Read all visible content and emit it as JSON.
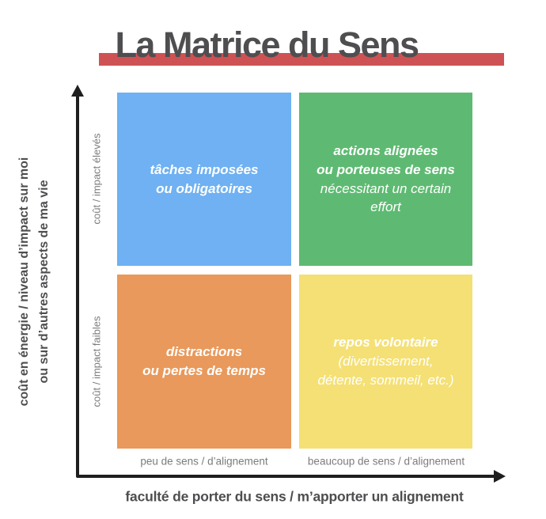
{
  "title": {
    "text": "La Matrice du Sens",
    "underline_color": "#ce5254"
  },
  "y_axis": {
    "label": "coût en énergie / niveau d’impact sur moi\nou sur d’autres aspects de ma vie",
    "tick_top": "coût / impact élevés",
    "tick_bottom": "coût / impact faibles"
  },
  "x_axis": {
    "label": "faculté de porter du sens / m’apporter un alignement",
    "tick_left": "peu de sens / d’alignement",
    "tick_right": "beaucoup de sens / d’alignement"
  },
  "quadrants": [
    {
      "position": "top-left",
      "color": "#6fb1f2",
      "bold_text": "tâches imposées\nou obligatoires",
      "normal_text": ""
    },
    {
      "position": "top-right",
      "color": "#5eba72",
      "bold_text": "actions alignées\nou porteuses de sens",
      "normal_text": "nécessitant un certain\neffort"
    },
    {
      "position": "bottom-left",
      "color": "#e8995b",
      "bold_text": "distractions\nou pertes de temps",
      "normal_text": ""
    },
    {
      "position": "bottom-right",
      "color": "#f4e075",
      "bold_text": "repos volontaire",
      "normal_text": "(divertissement,\ndétente, sommeil, etc.)"
    }
  ]
}
